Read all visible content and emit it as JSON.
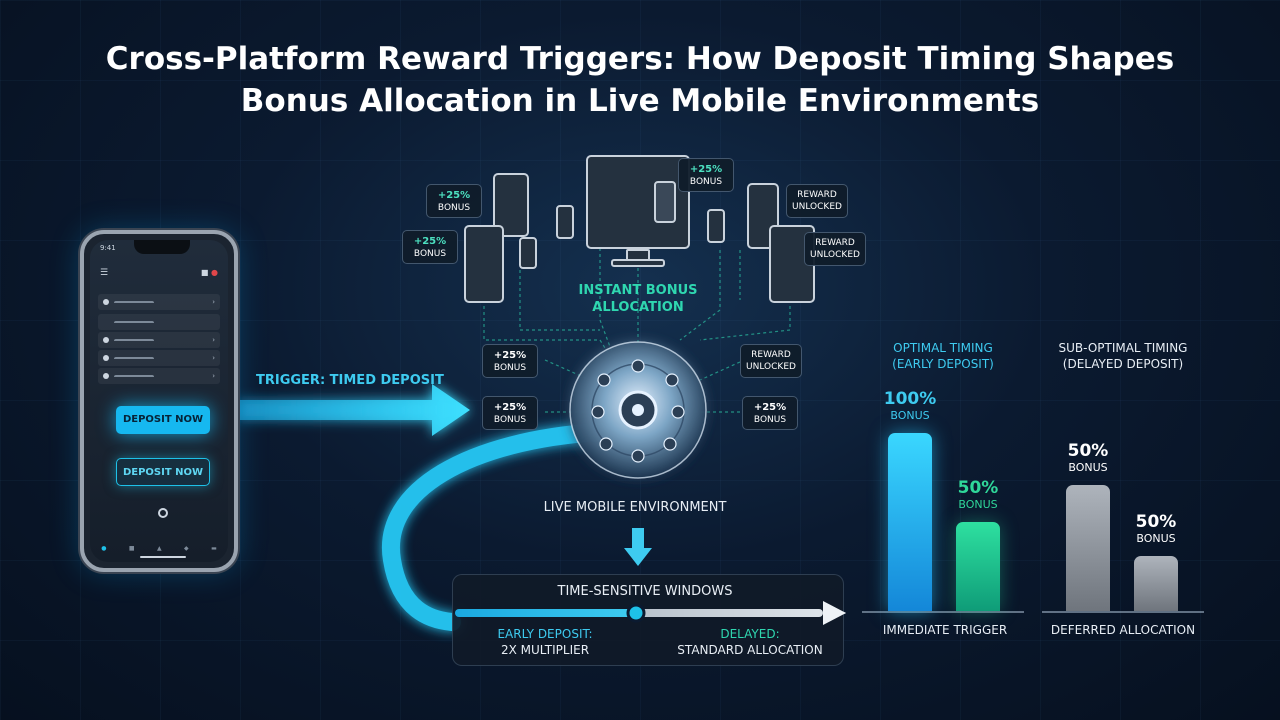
{
  "title": {
    "line1": "Cross-Platform Reward Triggers: How Deposit Timing Shapes",
    "line2": "Bonus Allocation in Live Mobile Environments"
  },
  "phone": {
    "status_time": "9:41",
    "buttons": {
      "primary": "DEPOSIT NOW",
      "secondary": "DEPOSIT NOW"
    }
  },
  "flow": {
    "trigger_label": "TRIGGER: TIMED DEPOSIT",
    "instant_line1": "INSTANT BONUS",
    "instant_line2": "ALLOCATION",
    "live_env": "LIVE MOBILE ENVIRONMENT"
  },
  "badges": [
    {
      "pct": "+25%",
      "word": "BONUS"
    },
    {
      "pct": "+25%",
      "word": "BONUS"
    },
    {
      "pct": "+25%",
      "word": "BONUS"
    },
    {
      "word1": "REWARD",
      "word2": "UNLOCKED"
    },
    {
      "word1": "REWARD",
      "word2": "UNLOCKED"
    },
    {
      "pct": "+25%",
      "word": "BONUS"
    },
    {
      "pct": "+25%",
      "word": "BONUS"
    },
    {
      "word1": "REWARD",
      "word2": "UNLOCKED"
    },
    {
      "pct": "+25%",
      "word": "BONUS"
    }
  ],
  "timeline": {
    "title": "TIME-SENSITIVE WINDOWS",
    "early_line1": "EARLY DEPOSIT:",
    "early_line2": "2X MULTIPLIER",
    "delayed_line1": "DELAYED:",
    "delayed_line2": "STANDARD ALLOCATION"
  },
  "chart_data": {
    "type": "bar",
    "groups": [
      {
        "title_line1": "OPTIMAL TIMING",
        "title_line2": "(EARLY DEPOSIT)",
        "footer": "IMMEDIATE TRIGGER",
        "bars": [
          {
            "pct": "100%",
            "word": "BONUS",
            "value": 100
          },
          {
            "pct": "50%",
            "word": "BONUS",
            "value": 50
          }
        ]
      },
      {
        "title_line1": "SUB-OPTIMAL TIMING",
        "title_line2": "(DELAYED DEPOSIT)",
        "footer": "DEFERRED ALLOCATION",
        "bars": [
          {
            "pct": "50%",
            "word": "BONUS",
            "value": 71
          },
          {
            "pct": "50%",
            "word": "BONUS",
            "value": 31
          }
        ]
      }
    ]
  },
  "colors": {
    "cyan": "#1ec1e8",
    "green": "#1fd39a",
    "grey": "#9aa0a8",
    "background": "#0b1a30"
  }
}
